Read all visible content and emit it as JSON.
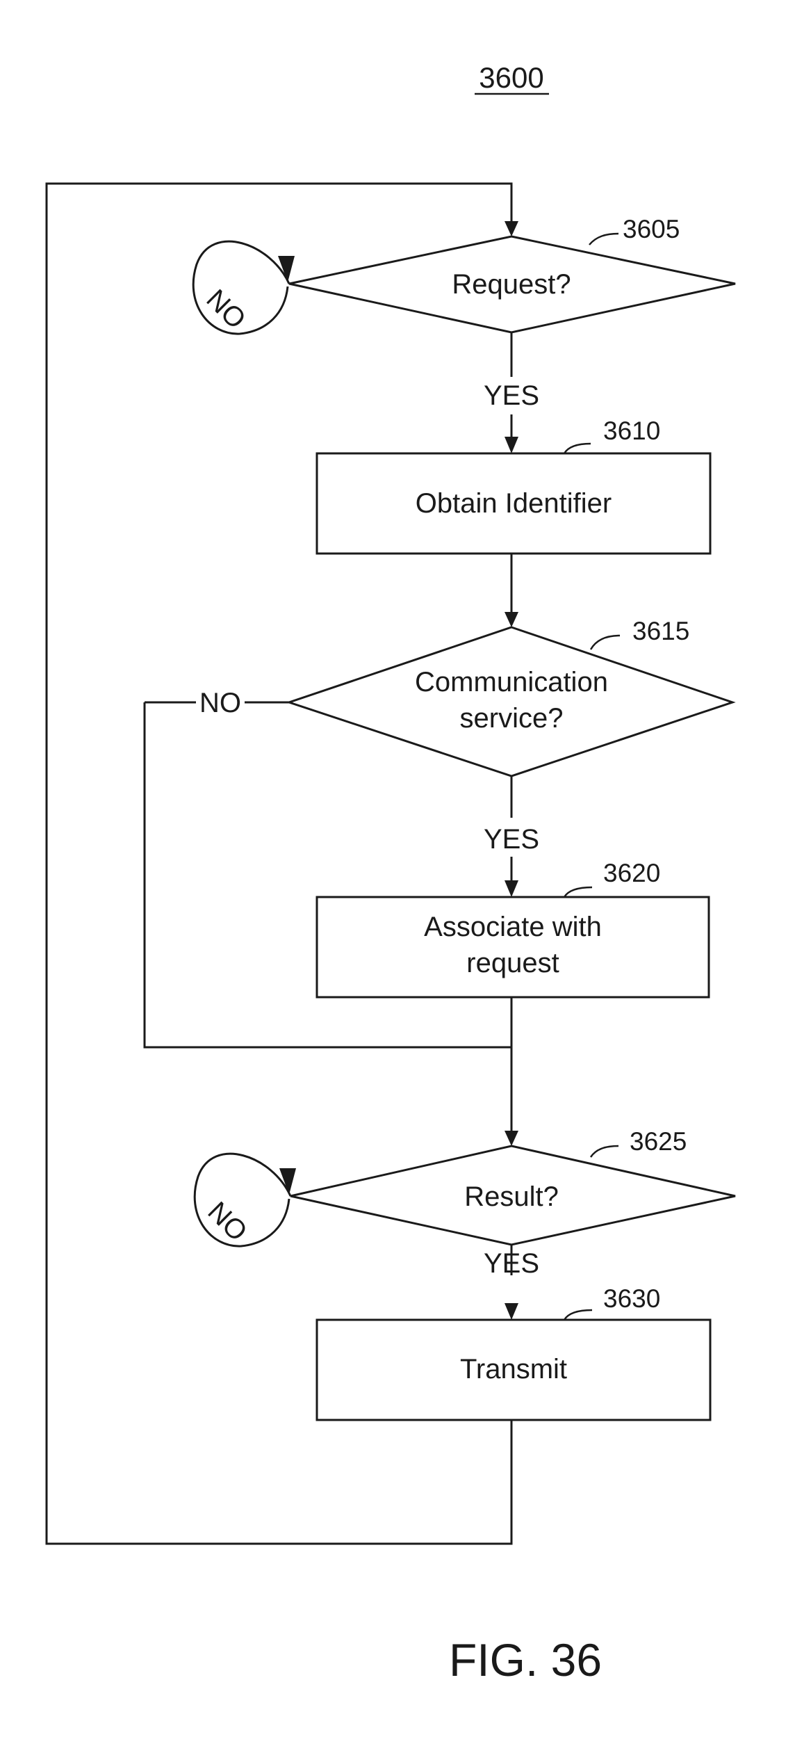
{
  "figure_number": "3600",
  "figure_caption": "FIG. 36",
  "nodes": {
    "n3605": {
      "ref": "3605",
      "text": [
        "Request?"
      ]
    },
    "n3610": {
      "ref": "3610",
      "text": [
        "Obtain Identifier"
      ]
    },
    "n3615": {
      "ref": "3615",
      "text": [
        "Communication",
        "service?"
      ]
    },
    "n3620": {
      "ref": "3620",
      "text": [
        "Associate with",
        "request"
      ]
    },
    "n3625": {
      "ref": "3625",
      "text": [
        "Result?"
      ]
    },
    "n3630": {
      "ref": "3630",
      "text": [
        "Transmit"
      ]
    }
  },
  "edge_labels": {
    "yes1": "YES",
    "yes2": "YES",
    "yes3": "YES",
    "no_loop1": "NO",
    "no_comm": "NO",
    "no_loop2": "NO"
  }
}
